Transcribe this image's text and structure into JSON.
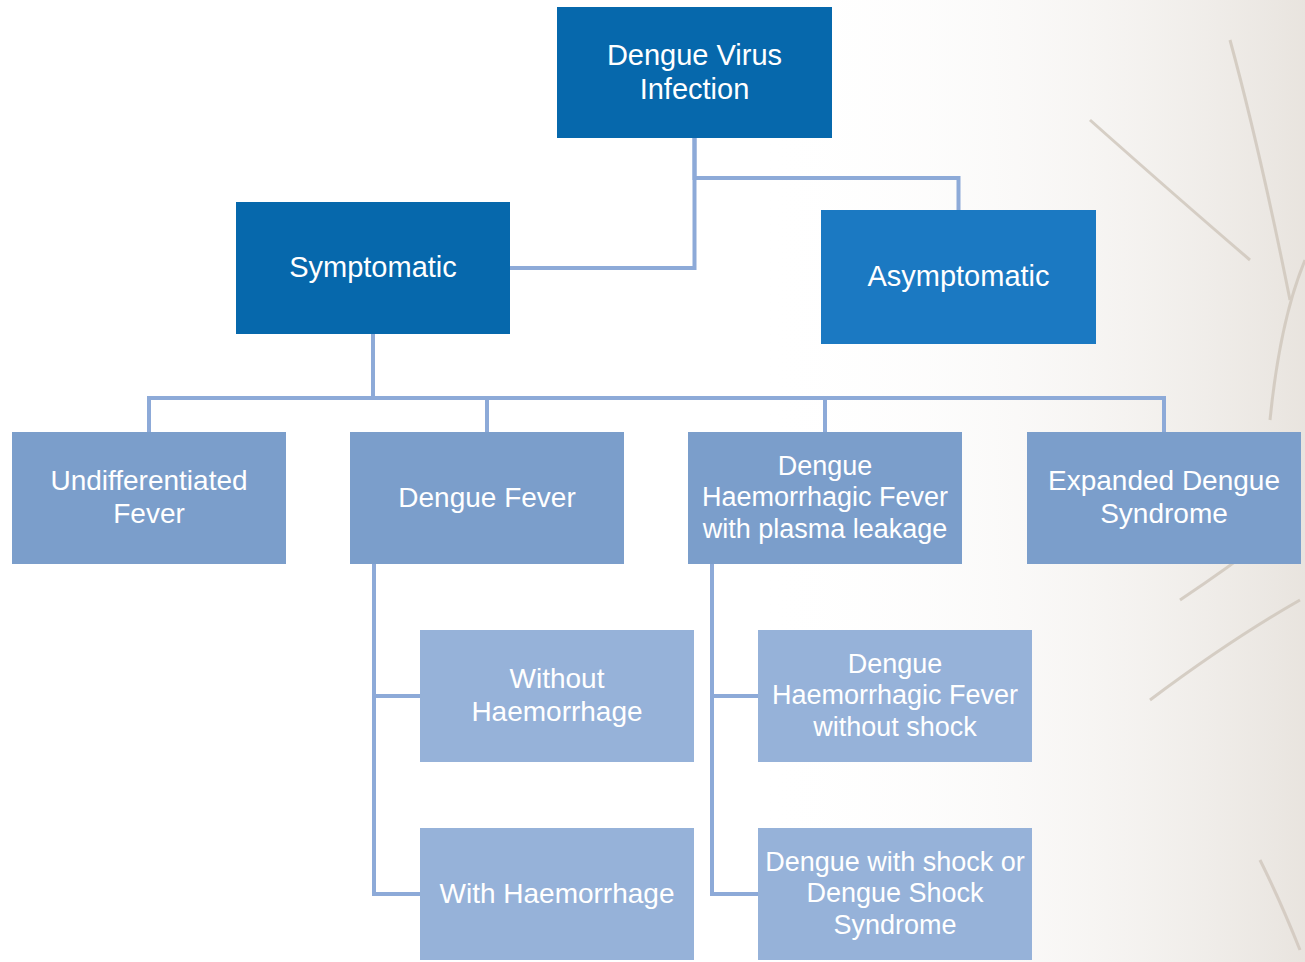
{
  "diagram": {
    "nodes": [
      {
        "text": [
          "Dengue Virus Infection"
        ]
      },
      {
        "text": [
          "Symptomatic"
        ]
      },
      {
        "text": [
          "Asymptomatic"
        ]
      },
      {
        "text": [
          "Undifferentiated Fever"
        ]
      },
      {
        "text": [
          "Dengue Fever"
        ]
      },
      {
        "text": [
          "Dengue Haemorrhagic Fever with plasma leakage"
        ]
      },
      {
        "text": [
          "Expanded Dengue Syndrome"
        ]
      },
      {
        "text": [
          "Without Haemorrhage"
        ]
      },
      {
        "text": [
          "With Haemorrhage"
        ]
      },
      {
        "text": [
          "Dengue Haemorrhagic Fever without shock"
        ]
      },
      {
        "text": [
          "Dengue with shock or Dengue Shock Syndrome"
        ]
      }
    ],
    "edges": [
      {
        "from": 0,
        "to": 1,
        "arrow": "none"
      },
      {
        "from": 0,
        "to": 2,
        "arrow": "none"
      },
      {
        "from": 1,
        "to": 3,
        "arrow": "none"
      },
      {
        "from": 1,
        "to": 4,
        "arrow": "none"
      },
      {
        "from": 1,
        "to": 5,
        "arrow": "none"
      },
      {
        "from": 1,
        "to": 6,
        "arrow": "none"
      },
      {
        "from": 4,
        "to": 7,
        "arrow": "none"
      },
      {
        "from": 4,
        "to": 8,
        "arrow": "none"
      },
      {
        "from": 5,
        "to": 9,
        "arrow": "none"
      },
      {
        "from": 5,
        "to": 10,
        "arrow": "none"
      }
    ]
  }
}
